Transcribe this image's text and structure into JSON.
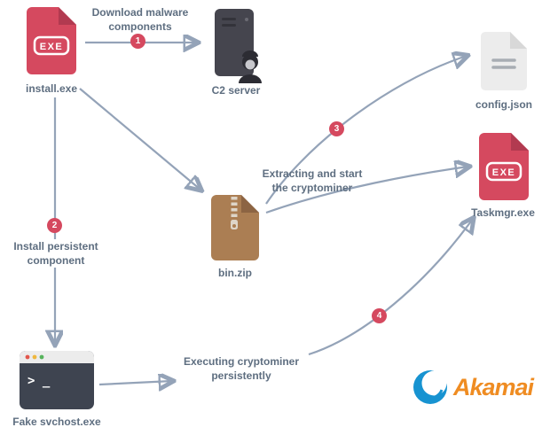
{
  "nodes": {
    "install_exe": {
      "label": "install.exe",
      "badge": "EXE"
    },
    "c2_server": {
      "label": "C2 server"
    },
    "bin_zip": {
      "label": "bin.zip"
    },
    "config_json": {
      "label": "config.json"
    },
    "taskmgr_exe": {
      "label": "Taskmgr.exe",
      "badge": "EXE"
    },
    "fake_svchost": {
      "label": "Fake svchost.exe",
      "prompt": "> _"
    }
  },
  "steps": {
    "s1": {
      "num": "1",
      "line1": "Download malware",
      "line2": "components"
    },
    "s2": {
      "num": "2",
      "line1": "Install persistent",
      "line2": "component"
    },
    "s3": {
      "num": "3",
      "line1": "Extracting and start",
      "line2": "the cryptominer"
    },
    "s4": {
      "num": "4",
      "line1": "Executing cryptominer",
      "line2": "persistently"
    }
  },
  "logo": {
    "wordmark": "Akamai"
  },
  "icons": {
    "install_exe": "exe-file-icon",
    "c2_server": "server-hacker-icon",
    "bin_zip": "zip-file-icon",
    "config_json": "document-icon",
    "taskmgr_exe": "exe-file-icon",
    "fake_svchost": "terminal-window-icon",
    "logo_mark": "akamai-swirl-icon"
  },
  "colors": {
    "file_red": "#d5495f",
    "file_red_fold": "#b23a50",
    "zip_brown": "#ab7e53",
    "zip_brown_fold": "#8c6443",
    "server_gray": "#45454e",
    "document_gray": "#ececec",
    "arrow_gray": "#94a3b8",
    "label_text": "#5e6e80",
    "step_badge": "#d5495f",
    "akamai_blue": "#1793d1",
    "akamai_orange": "#ef8c22"
  }
}
